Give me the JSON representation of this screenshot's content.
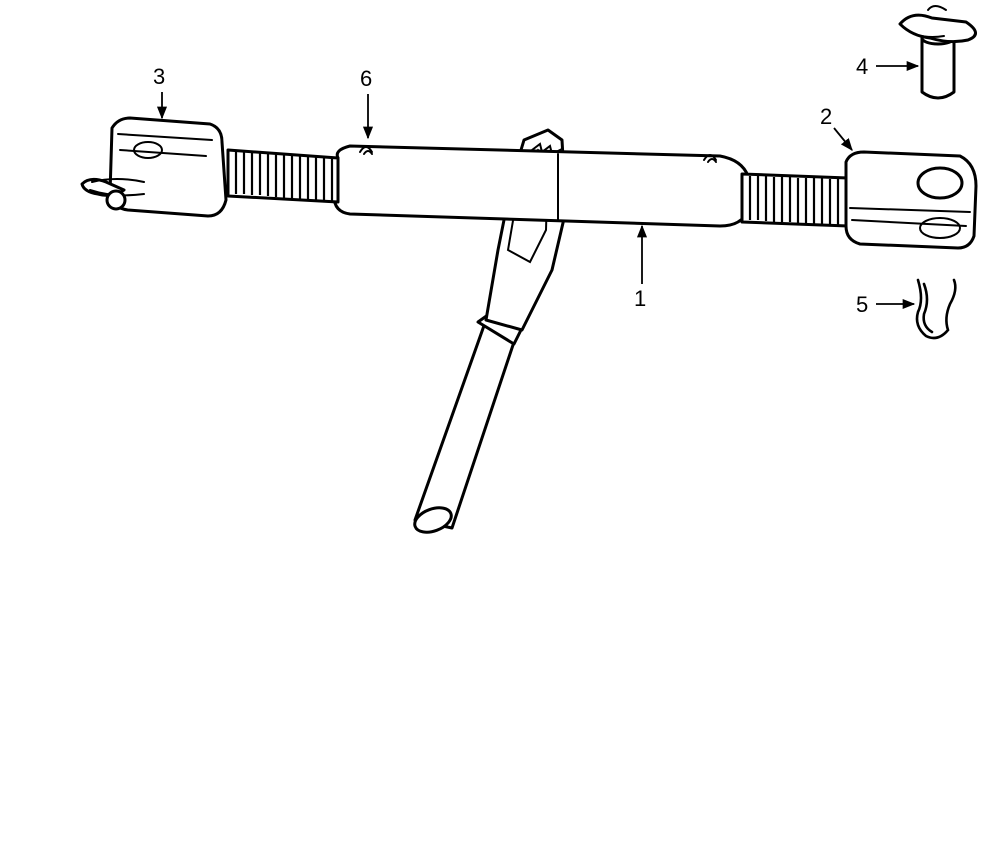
{
  "callouts": {
    "c1": "1",
    "c2": "2",
    "c3": "3",
    "c4": "4",
    "c5": "5",
    "c6": "6"
  },
  "colors": {
    "ink": "#000000",
    "paper": "#ffffff"
  }
}
